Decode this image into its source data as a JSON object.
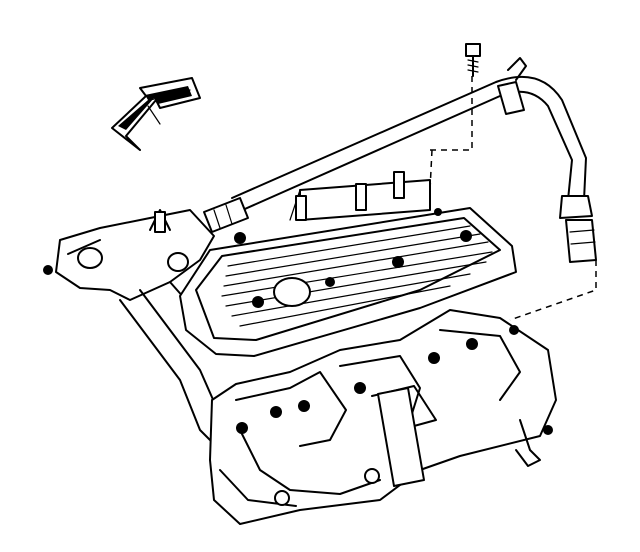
{
  "diagram": {
    "components": [
      {
        "name": "engine-cylinder-head",
        "icon": "engine-block-icon"
      },
      {
        "name": "valve-rocker-arm-cover",
        "icon": "valve-cover-icon"
      },
      {
        "name": "exhaust-manifold",
        "icon": "exhaust-manifold-icon"
      },
      {
        "name": "pcv-hose",
        "icon": "hose-icon"
      },
      {
        "name": "mounting-bolt",
        "icon": "bolt-icon"
      },
      {
        "name": "front-direction-arrow",
        "icon": "arrow-icon"
      }
    ],
    "colors": {
      "ink": "#000000",
      "paper": "#ffffff"
    }
  }
}
